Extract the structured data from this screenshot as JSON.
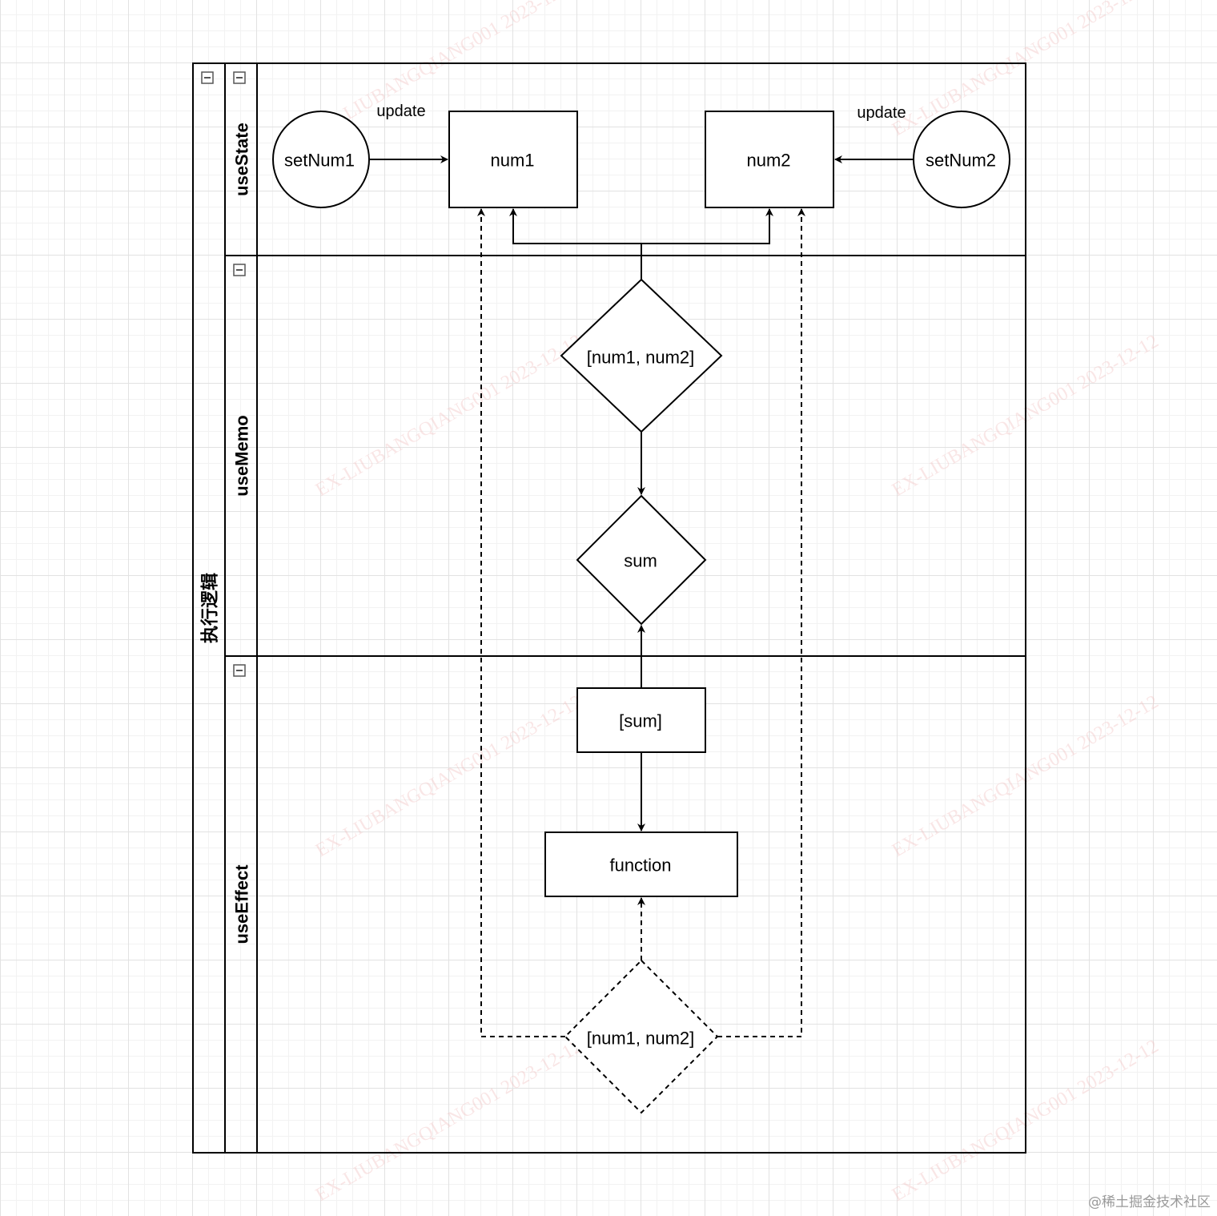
{
  "diagram": {
    "pool": {
      "title": "执行逻辑"
    },
    "lanes": [
      {
        "id": "useState",
        "title": "useState"
      },
      {
        "id": "useMemo",
        "title": "useMemo"
      },
      {
        "id": "useEffect",
        "title": "useEffect"
      }
    ],
    "nodes": {
      "setNum1": "setNum1",
      "num1": "num1",
      "num2": "num2",
      "setNum2": "setNum2",
      "memo_deps": "[num1, num2]",
      "sum": "sum",
      "effect_deps": "[sum]",
      "function": "function",
      "effect_deps_dashed": "[num1, num2]"
    },
    "edges": {
      "update_left": "update",
      "update_right": "update"
    },
    "colors": {
      "stroke": "#000000",
      "canvas": "#ffffff",
      "grid": "#e2e2e2",
      "watermark": "#f0b8b8"
    },
    "watermark": "EX-LIUBANGQIANG001 2023-12-12"
  },
  "footer": {
    "credit": "@稀土掘金技术社区"
  }
}
